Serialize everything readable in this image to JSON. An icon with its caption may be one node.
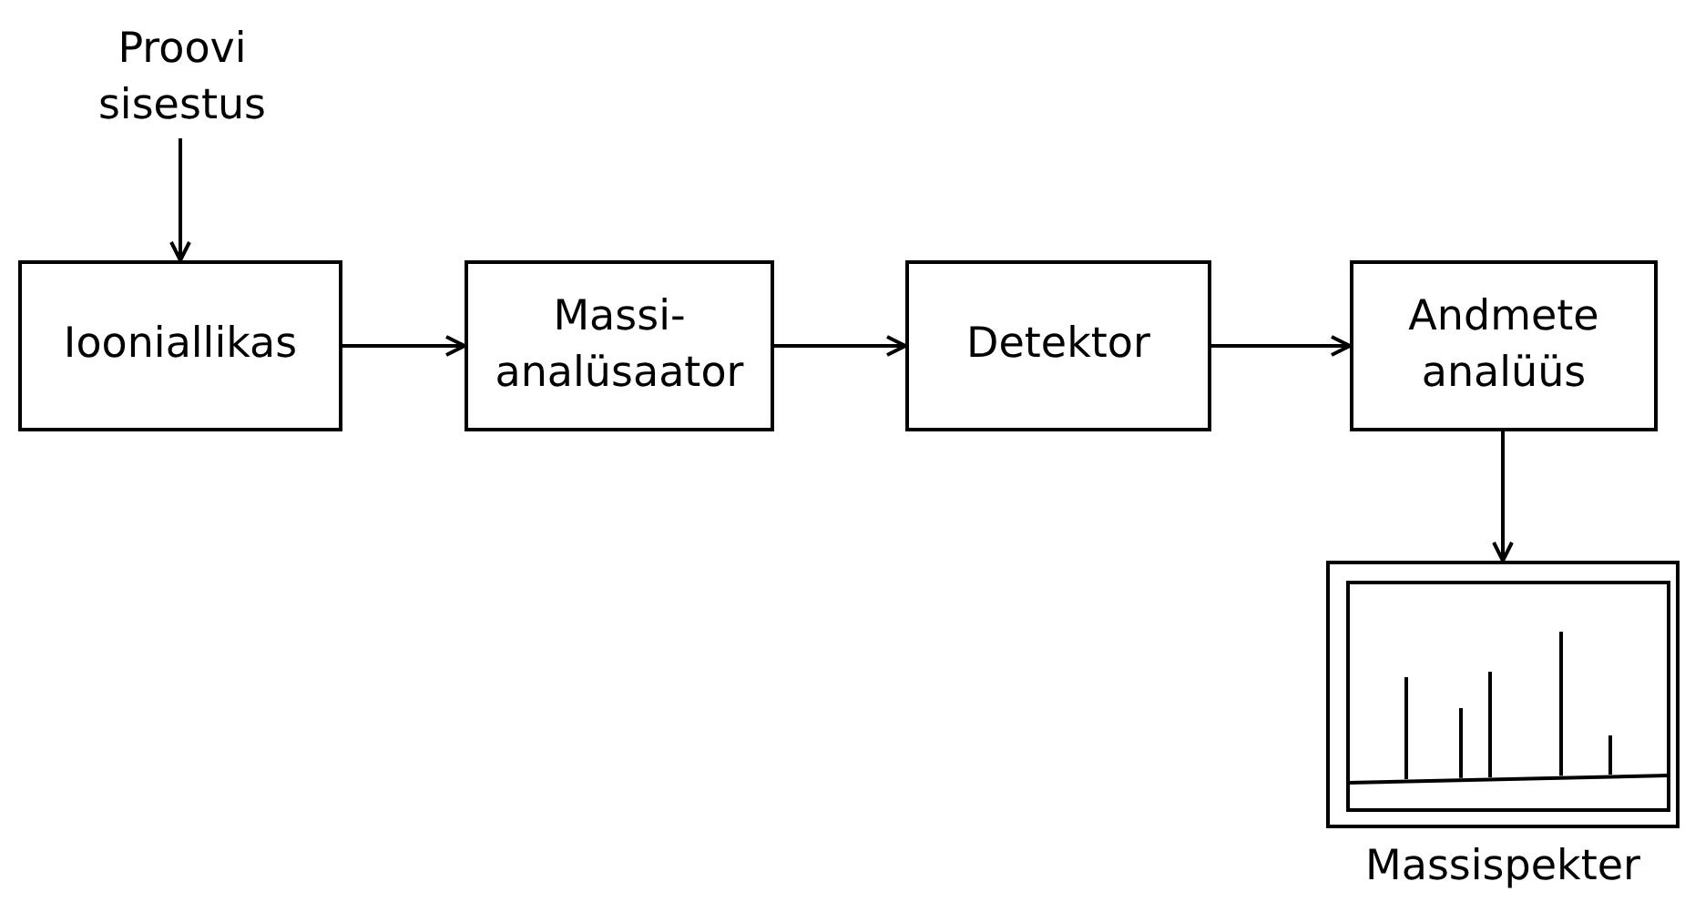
{
  "diagram": {
    "nodes": [
      {
        "text": [
          "Proovi sisestus"
        ]
      },
      {
        "text": [
          "Iooniallikas"
        ]
      },
      {
        "text": [
          "Massi- analüsaator"
        ]
      },
      {
        "text": [
          "Detektor"
        ]
      },
      {
        "text": [
          "Andmete analüüs"
        ]
      },
      {
        "text": [],
        "shape": "picture",
        "beside": [
          "Massispekter"
        ]
      }
    ],
    "edges": [
      {
        "from": 0,
        "to": 1,
        "arrow": "to"
      },
      {
        "from": 1,
        "to": 2,
        "arrow": "to"
      },
      {
        "from": 2,
        "to": 3,
        "arrow": "to"
      },
      {
        "from": 3,
        "to": 4,
        "arrow": "to"
      },
      {
        "from": 4,
        "to": 5,
        "arrow": "to"
      }
    ]
  }
}
